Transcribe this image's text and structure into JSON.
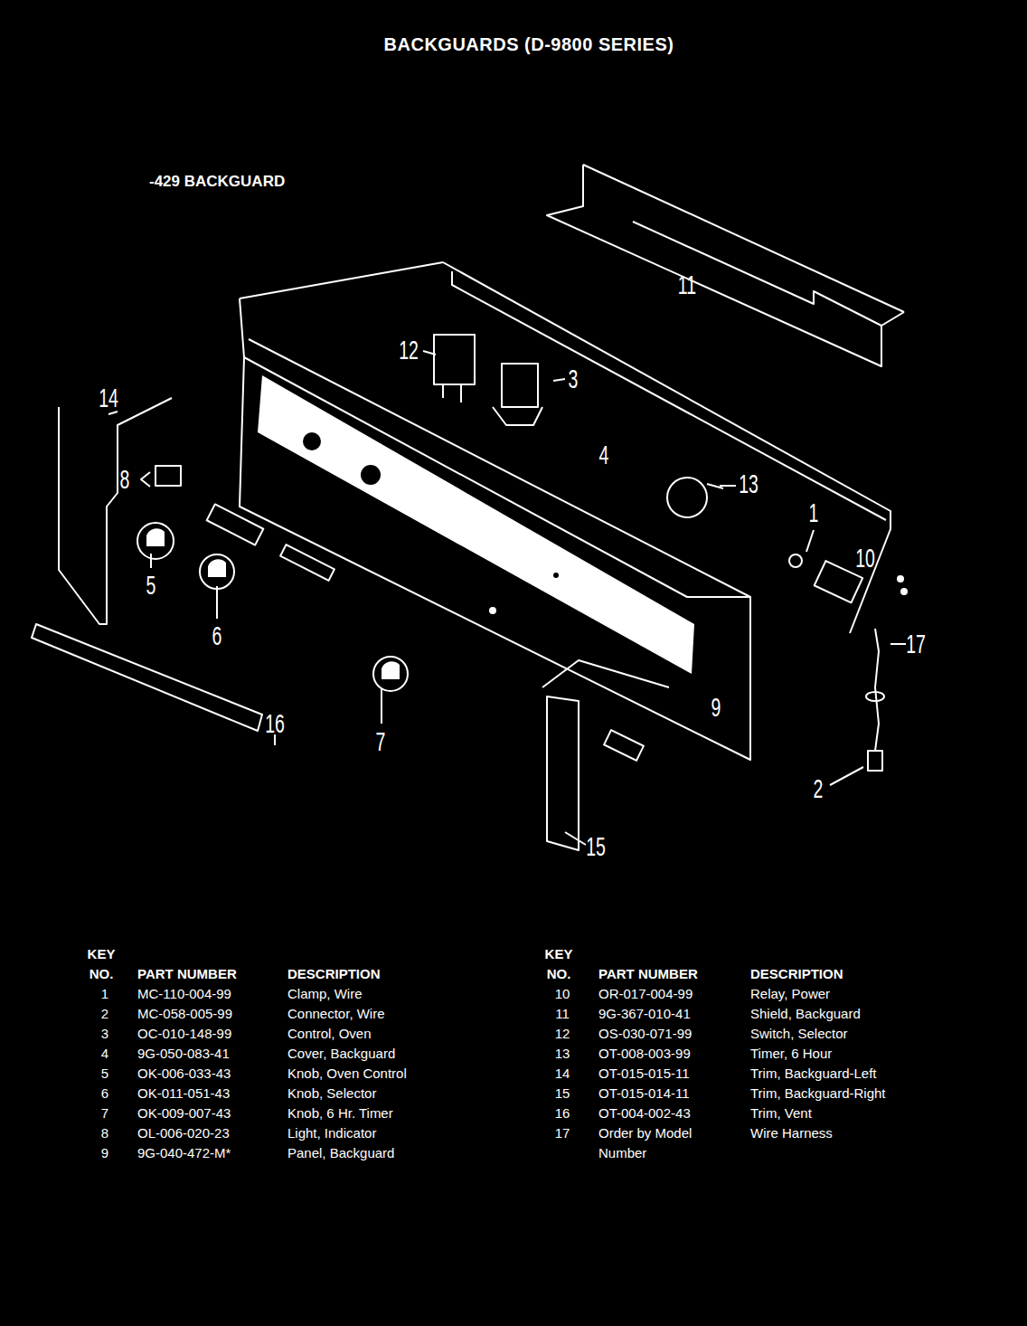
{
  "diagram": {
    "title": "BACKGUARDS (D-9800 SERIES)",
    "labels": [
      "-429 BACKGUARD",
      "11",
      "12",
      "3",
      "14",
      "4",
      "13",
      "8",
      "1",
      "10",
      "5",
      "6",
      "17",
      "9",
      "16",
      "7",
      "2",
      "15",
      "KEY NO.",
      "PART NUMBER",
      "DESCRIPTION",
      "KEY NO.",
      "PART NUMBER",
      "DESCRIPTION",
      "1",
      "MC-110-004-99",
      "Clamp, Wire",
      "2",
      "MC-058-005-99",
      "Connector, Wire",
      "3",
      "OC-010-148-99",
      "Control, Oven",
      "4",
      "9G-050-083-41",
      "Cover, Backguard",
      "5",
      "OK-006-033-43",
      "Knob, Oven Control",
      "6",
      "OK-011-051-43",
      "Knob, Selector",
      "7",
      "OK-009-007-43",
      "Knob, 6 Hr. Timer",
      "8",
      "OL-006-020-23",
      "Light, Indicator",
      "9",
      "9G-040-472-M*",
      "Panel, Backguard",
      "10",
      "OR-017-004-99",
      "Relay, Power",
      "11",
      "9G-367-010-41",
      "Shield, Backguard",
      "12",
      "OS-030-071-99",
      "Switch, Selector",
      "13",
      "OT-008-003-99",
      "Timer, 6 Hour",
      "14",
      "OT-015-015-11",
      "Trim, Backguard-Left",
      "15",
      "OT-015-014-11",
      "Trim, Backguard-Right",
      "16",
      "OT-004-002-43",
      "Trim, Vent",
      "17",
      "Order by Model Number",
      "Wire Harness"
    ]
  }
}
